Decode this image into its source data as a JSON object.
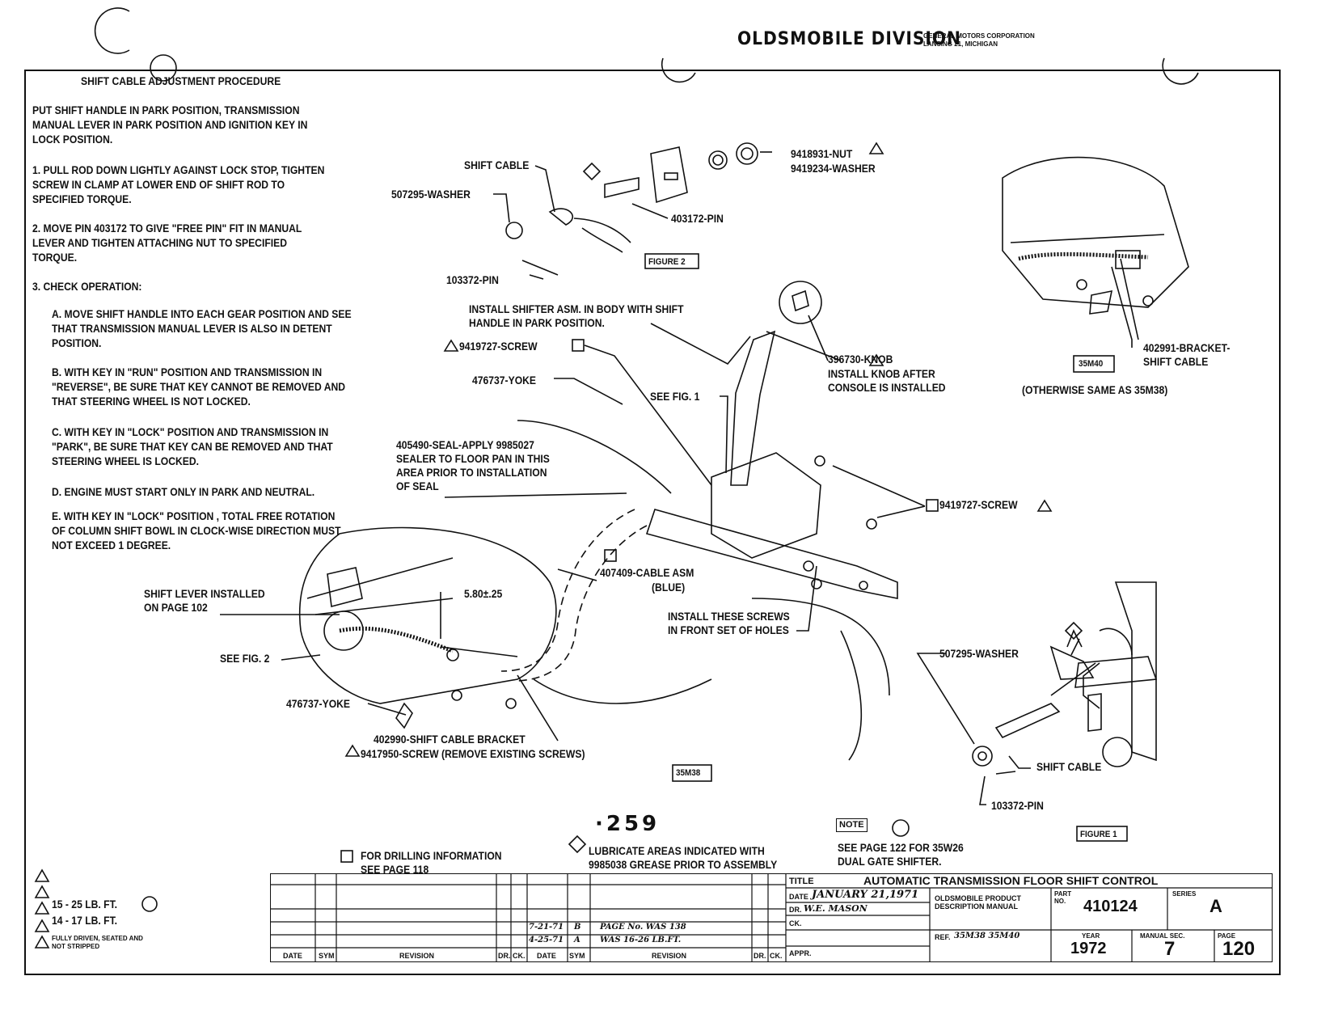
{
  "header": {
    "division": "OLDSMOBILE DIVISION",
    "corp_line1": "GENERAL MOTORS CORPORATION",
    "corp_line2": "LANSING 21, MICHIGAN"
  },
  "procedure": {
    "title": "SHIFT CABLE ADJUSTMENT PROCEDURE",
    "intro": "PUT SHIFT HANDLE IN PARK POSITION, TRANSMISSION MANUAL LEVER IN PARK POSITION AND IGNITION KEY IN LOCK POSITION.",
    "step1": "1.  PULL ROD DOWN LIGHTLY AGAINST LOCK STOP, TIGHTEN SCREW IN CLAMP AT LOWER END OF SHIFT ROD TO SPECIFIED TORQUE.",
    "step2": "2.  MOVE PIN 403172 TO GIVE \"FREE PIN\" FIT IN MANUAL LEVER AND TIGHTEN ATTACHING NUT TO SPECIFIED TORQUE.",
    "step3": "3.  CHECK OPERATION:",
    "stepA": "A.  MOVE SHIFT HANDLE INTO EACH GEAR POSITION AND SEE THAT TRANSMISSION MANUAL LEVER IS ALSO IN DETENT POSITION.",
    "stepB": "B.  WITH KEY IN \"RUN\" POSITION AND TRANSMISSION IN \"REVERSE\", BE SURE THAT KEY CANNOT BE REMOVED AND THAT STEERING WHEEL IS NOT LOCKED.",
    "stepC": "C.  WITH KEY IN \"LOCK\" POSITION AND TRANSMISSION IN \"PARK\", BE SURE THAT KEY CAN BE REMOVED AND THAT STEERING WHEEL IS LOCKED.",
    "stepD": "D.  ENGINE MUST START ONLY IN PARK AND NEUTRAL.",
    "stepE": "E.  WITH KEY IN \"LOCK\" POSITION , TOTAL FREE ROTATION OF COLUMN SHIFT BOWL IN CLOCK-WISE DIRECTION MUST NOT EXCEED 1 DEGREE."
  },
  "labels": {
    "shift_cable_f2": "SHIFT CABLE",
    "washer_f2": "507295-WASHER",
    "pin_f2": "103372-PIN",
    "pin403172": "403172-PIN",
    "nut": "9418931-NUT",
    "washer_nut": "9419234-WASHER",
    "figure2": "FIGURE 2",
    "install_shifter": "INSTALL SHIFTER ASM. IN BODY WITH SHIFT HANDLE IN PARK POSITION.",
    "screw_top": "9419727-SCREW",
    "yoke_top": "476737-YOKE",
    "see_fig1": "SEE FIG. 1",
    "knob": "396730-KNOB",
    "knob_note": "INSTALL KNOB AFTER CONSOLE IS INSTALLED",
    "seal": "405490-SEAL-APPLY 9985027 SEALER TO FLOOR PAN IN THIS AREA PRIOR TO INSTALLATION OF SEAL",
    "screw_right": "9419727-SCREW",
    "cable_asm": "407409-CABLE ASM",
    "cable_color": "(BLUE)",
    "dim": "5.80±.25",
    "shift_lever": "SHIFT LEVER INSTALLED ON PAGE 102",
    "see_fig2": "SEE FIG. 2",
    "install_screws": "INSTALL THESE SCREWS IN FRONT SET OF HOLES",
    "yoke_bottom": "476737-YOKE",
    "bracket": "402990-SHIFT CABLE BRACKET",
    "screw_bracket": "9417950-SCREW (REMOVE EXISTING SCREWS)",
    "m38": "35M38",
    "bracket_m40": "402991-BRACKET-SHIFT CABLE",
    "m40": "35M40",
    "otherwise": "(OTHERWISE SAME AS 35M38)",
    "washer_f1": "507295-WASHER",
    "shift_cable_f1": "SHIFT CABLE",
    "pin_f1": "103372-PIN",
    "figure1": "FIGURE 1",
    "page_num": "·259"
  },
  "notes": {
    "drilling": "FOR DRILLING INFORMATION SEE PAGE 118",
    "lubricate": "LUBRICATE AREAS INDICATED WITH 9985038 GREASE PRIOR TO ASSEMBLY",
    "note_tag": "NOTE",
    "note_text": "SEE PAGE 122 FOR 35W26 DUAL GATE SHIFTER."
  },
  "legend": {
    "a": "15 - 25 LB. FT.",
    "b": "14 - 17 LB. FT.",
    "c": "FULLY DRIVEN, SEATED AND NOT STRIPPED"
  },
  "title_block": {
    "title_label": "TITLE",
    "title": "AUTOMATIC TRANSMISSION FLOOR SHIFT CONTROL",
    "date_label": "DATE",
    "date": "JANUARY 21,1971",
    "dr_label": "DR.",
    "dr": "W.E. MASON",
    "ck_label": "CK.",
    "appr_label": "APPR.",
    "manual": "OLDSMOBILE PRODUCT DESCRIPTION MANUAL",
    "ref_label": "REF.",
    "ref": "35M38  35M40",
    "part_label": "PART NO.",
    "part": "410124",
    "series_label": "SERIES",
    "series": "A",
    "year_label": "YEAR",
    "year": "1972",
    "sec_label": "MANUAL SEC.",
    "sec": "7",
    "page_label": "PAGE",
    "page": "120",
    "rev1_date": "7-21-71",
    "rev1_sym": "B",
    "rev1_text": "PAGE No. WAS 138",
    "rev2_date": "4-25-71",
    "rev2_sym": "A",
    "rev2_text": "WAS 16-26 LB.FT.",
    "h_date": "DATE",
    "h_sym": "SYM",
    "h_rev": "REVISION",
    "h_dr": "DR.",
    "h_ck": "CK."
  }
}
